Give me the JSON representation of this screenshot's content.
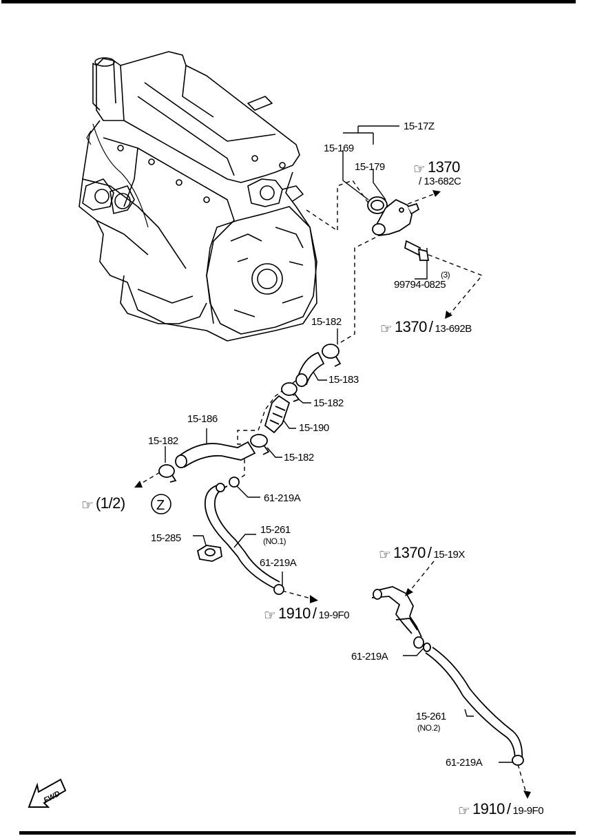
{
  "labels": {
    "p15_17z": "15-17Z",
    "p15_169": "15-169",
    "p15_179": "15-179",
    "p99794": "99794-0825",
    "p99794_qty": "(3)",
    "p15_182_a": "15-182",
    "p15_183": "15-183",
    "p15_182_b": "15-182",
    "p15_190": "15-190",
    "p15_186": "15-186",
    "p15_182_c": "15-182",
    "p15_182_d": "15-182",
    "p61_219a_a": "61-219A",
    "p15_261_a": "15-261",
    "p15_261_a_note": "(NO.1)",
    "p15_285": "15-285",
    "p61_219a_b": "61-219A",
    "p61_219a_c": "61-219A",
    "p15_261_b": "15-261",
    "p15_261_b_note": "(NO.2)",
    "p61_219a_d": "61-219A",
    "fwd": "FWD"
  },
  "refs": {
    "r1": {
      "num": "1370",
      "sub": "/ 13-682C"
    },
    "r2": {
      "num": "1370",
      "sub": "13-692B",
      "slash": "/"
    },
    "r3": {
      "text": "(1/2)",
      "circle": "Z"
    },
    "r4": {
      "num": "1370",
      "sub": "15-19X",
      "slash": "/"
    },
    "r5": {
      "num": "1910",
      "sub": "19-9F0",
      "slash": "/"
    },
    "r6": {
      "num": "1910",
      "sub": "19-9F0",
      "slash": "/"
    }
  },
  "icons": {
    "reference": "pointing-hand-icon",
    "forward": "fwd-arrow-icon"
  },
  "colors": {
    "ink": "#000000",
    "paper": "#ffffff"
  }
}
